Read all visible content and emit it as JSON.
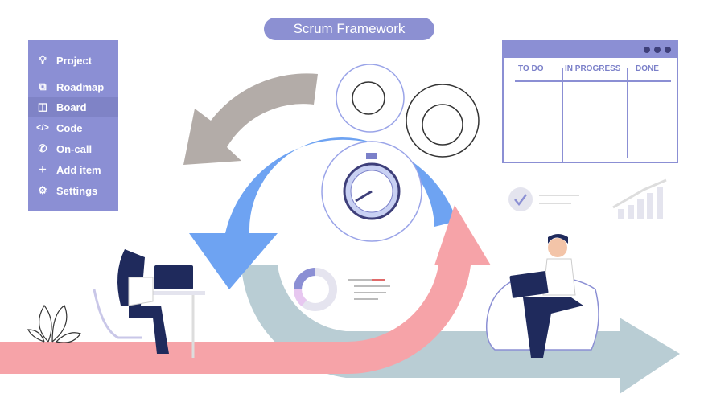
{
  "title": "Scrum Framework",
  "sidebar": {
    "items": [
      {
        "label": "Project",
        "icon": "lightbulb-icon"
      },
      {
        "label": "Roadmap",
        "icon": "roadmap-icon"
      },
      {
        "label": "Board",
        "icon": "board-icon"
      },
      {
        "label": "Code",
        "icon": "code-icon"
      },
      {
        "label": "On-call",
        "icon": "phone-icon"
      },
      {
        "label": "Add item",
        "icon": "plus-icon"
      },
      {
        "label": "Settings",
        "icon": "gear-icon"
      }
    ],
    "active": "Board"
  },
  "board": {
    "columns": [
      "TO DO",
      "IN PROGRESS",
      "DONE"
    ]
  },
  "colors": {
    "accent": "#8b8fd4",
    "pink": "#f6a3a8",
    "blue": "#6ea3f2",
    "gray": "#b3aca8",
    "teal": "#b9cdd4"
  }
}
